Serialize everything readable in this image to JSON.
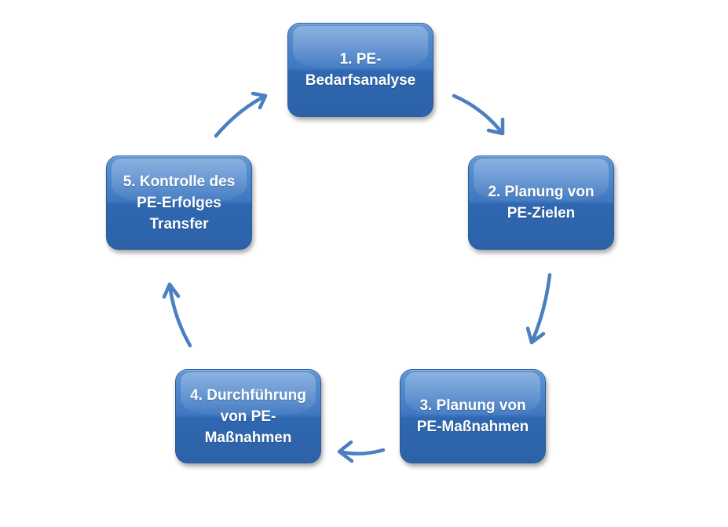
{
  "diagram": {
    "type": "cycle",
    "accent_color": "#3f78c0",
    "arrow_color": "#4a7fc0",
    "steps": [
      {
        "label": "1. PE-\nBedarfsanalyse"
      },
      {
        "label": "2. Planung von\nPE-Zielen"
      },
      {
        "label": "3. Planung von\nPE-Maßnahmen"
      },
      {
        "label": "4. Durchführung\nvon PE-\nMaßnahmen"
      },
      {
        "label": "5. Kontrolle des\nPE-Erfolges\nTransfer"
      }
    ],
    "connections": [
      {
        "from": 1,
        "to": 2
      },
      {
        "from": 2,
        "to": 3
      },
      {
        "from": 3,
        "to": 4
      },
      {
        "from": 4,
        "to": 5
      },
      {
        "from": 5,
        "to": 1
      }
    ]
  }
}
